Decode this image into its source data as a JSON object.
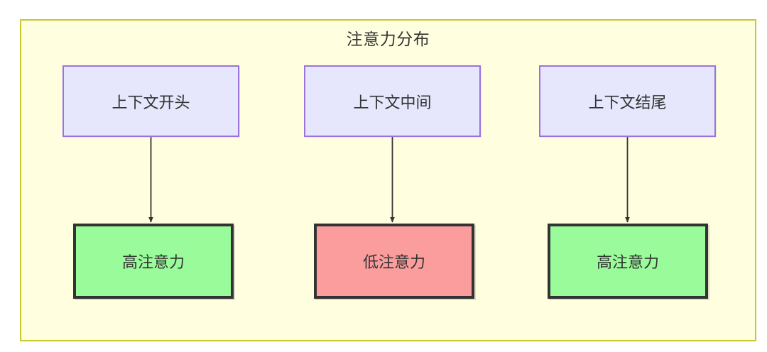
{
  "diagram": {
    "title": "注意力分布",
    "container": {
      "background_color": "#ffffe0",
      "border_color": "#c7c72e"
    },
    "nodes": [
      {
        "id": "ctx-start",
        "label": "上下文开头",
        "role": "context",
        "fill": "#e6e6fc",
        "stroke": "#9a73e0"
      },
      {
        "id": "ctx-middle",
        "label": "上下文中间",
        "role": "context",
        "fill": "#e6e6fc",
        "stroke": "#9a73e0"
      },
      {
        "id": "ctx-end",
        "label": "上下文结尾",
        "role": "context",
        "fill": "#e6e6fc",
        "stroke": "#9a73e0"
      },
      {
        "id": "attn-high-start",
        "label": "高注意力",
        "role": "attention",
        "level": "high",
        "fill": "#99fb99",
        "stroke": "#333333"
      },
      {
        "id": "attn-low-middle",
        "label": "低注意力",
        "role": "attention",
        "level": "low",
        "fill": "#fb9d9d",
        "stroke": "#333333"
      },
      {
        "id": "attn-high-end",
        "label": "高注意力",
        "role": "attention",
        "level": "high",
        "fill": "#99fb99",
        "stroke": "#333333"
      }
    ],
    "edges": [
      {
        "from": "ctx-start",
        "to": "attn-high-start",
        "label": "",
        "style": "solid-arrow"
      },
      {
        "from": "ctx-middle",
        "to": "attn-low-middle",
        "label": "",
        "style": "solid-arrow"
      },
      {
        "from": "ctx-end",
        "to": "attn-high-end",
        "label": "",
        "style": "solid-arrow"
      }
    ],
    "edge_color": "#333333"
  }
}
